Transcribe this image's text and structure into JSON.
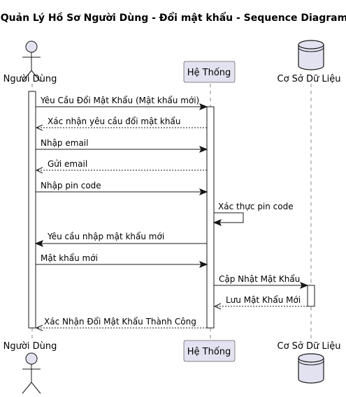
{
  "title": "Quản Lý Hồ Sơ Người Dùng - Đổi mật khẩu - Sequence Diagram",
  "participants": {
    "user": "Người Dùng",
    "system": "Hệ Thống",
    "database": "Cơ Sở Dữ Liệu"
  },
  "messages": [
    {
      "from": "user",
      "to": "system",
      "type": "solid",
      "text": "Yêu Cầu Đổi Mật Khẩu (Mật khẩu mới)"
    },
    {
      "from": "system",
      "to": "user",
      "type": "dashed",
      "text": "Xác nhận yêu cầu đổi mật khẩu"
    },
    {
      "from": "user",
      "to": "system",
      "type": "solid",
      "text": "Nhập email"
    },
    {
      "from": "system",
      "to": "user",
      "type": "dashed",
      "text": "Gửi email"
    },
    {
      "from": "user",
      "to": "system",
      "type": "solid",
      "text": "Nhập pin code"
    },
    {
      "from": "system",
      "to": "system",
      "type": "self",
      "text": "Xác thực pin code"
    },
    {
      "from": "system",
      "to": "user",
      "type": "solid",
      "text": "Yêu cầu nhập mật khẩu mới"
    },
    {
      "from": "user",
      "to": "system",
      "type": "solid",
      "text": "Mật khẩu mới"
    },
    {
      "from": "system",
      "to": "database",
      "type": "solid",
      "text": "Cập Nhật Mật Khẩu"
    },
    {
      "from": "database",
      "to": "system",
      "type": "dashed",
      "text": "Lưu Mật Khẩu Mới"
    },
    {
      "from": "system",
      "to": "user",
      "type": "dashed",
      "text": "Xác Nhận Đổi Mật Khẩu Thành Công"
    }
  ]
}
